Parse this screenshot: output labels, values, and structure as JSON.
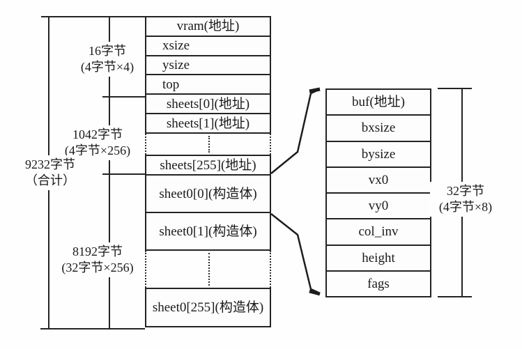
{
  "shtctl": {
    "rows_top": [
      "vram(地址)",
      "xsize",
      "ysize",
      "top",
      "sheets[0](地址)",
      "sheets[1](地址)"
    ],
    "rows_mid": [
      "sheets[255](地址)",
      "sheet0[0](构造体)",
      "sheet0[1](构造体)"
    ],
    "rows_bottom": [
      "sheet0[255](构造体)"
    ]
  },
  "sheet": {
    "rows": [
      "buf(地址)",
      "bxsize",
      "bysize",
      "vx0",
      "vy0",
      "col_inv",
      "height",
      "fags"
    ]
  },
  "labels": {
    "total_bytes": {
      "line1": "9232字节",
      "line2": "（合计）"
    },
    "header_bytes": {
      "line1": "16字节",
      "line2": "(4字节×4)"
    },
    "sheets_bytes": {
      "line1": "1042字节",
      "line2": "(4字节×256)"
    },
    "sheet0_bytes": {
      "line1": "8192字节",
      "line2": "(32字节×256)"
    },
    "struct_bytes": {
      "line1": "32字节",
      "line2": "(4字节×8)"
    }
  },
  "colors": {
    "line": "#232323",
    "background": "#fefefe",
    "text": "#1a1a1a"
  }
}
